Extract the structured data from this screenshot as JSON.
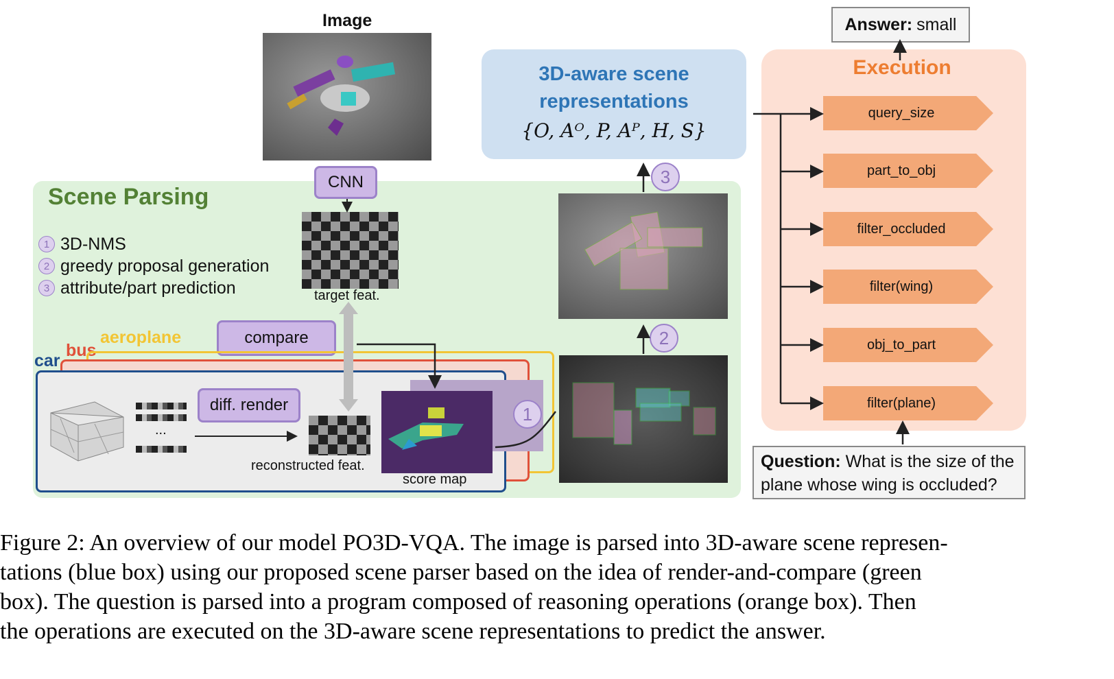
{
  "image_label": "Image",
  "cnn_label": "CNN",
  "scene_parsing": {
    "title": "Scene Parsing",
    "steps": [
      {
        "num": "1",
        "text": "3D-NMS"
      },
      {
        "num": "2",
        "text": "greedy proposal generation"
      },
      {
        "num": "3",
        "text": "attribute/part prediction"
      }
    ],
    "target_feat": "target feat.",
    "compare": "compare",
    "categories": {
      "aeroplane": "aeroplane",
      "bus": "bus",
      "car": "car"
    },
    "diff_render": "diff. render",
    "dots": "...",
    "reconstructed_feat": "reconstructed feat.",
    "score_map": "score map"
  },
  "representation": {
    "title_line1": "3D-aware scene",
    "title_line2": "representations",
    "formula": "{O, Aᴼ, P, Aᴾ, H, S}"
  },
  "step_numbers": {
    "one": "1",
    "two": "2",
    "three": "3"
  },
  "answer": {
    "label": "Answer:",
    "value": "small"
  },
  "execution": {
    "title": "Execution",
    "ops": [
      "query_size",
      "part_to_obj",
      "filter_occluded",
      "filter(wing)",
      "obj_to_part",
      "filter(plane)"
    ]
  },
  "question": {
    "label": "Question:",
    "text_line1": "What is the size of the",
    "text_line2": "plane whose wing is occluded?"
  },
  "caption": {
    "line1": "Figure 2: An overview of our model PO3D-VQA. The image is parsed into 3D-aware scene represen-",
    "line2": "tations (blue box) using our proposed scene parser based on the idea of render-and-compare (green",
    "line3": "box). The question is parsed into a program composed of reasoning operations (orange box). Then",
    "line4": "the operations are executed on the 3D-aware scene representations to predict the answer."
  },
  "colors": {
    "green_box": "#dff2dc",
    "green_title": "#538135",
    "blue_box": "#cfe0f1",
    "blue_title": "#2e75b6",
    "orange_box": "#fde0d4",
    "orange_title": "#ed7d31",
    "op_fill": "#f3a877",
    "purple": "#cdb8e6",
    "aeroplane": "#f2c534",
    "bus": "#e0513a",
    "car": "#1f4e8c"
  }
}
